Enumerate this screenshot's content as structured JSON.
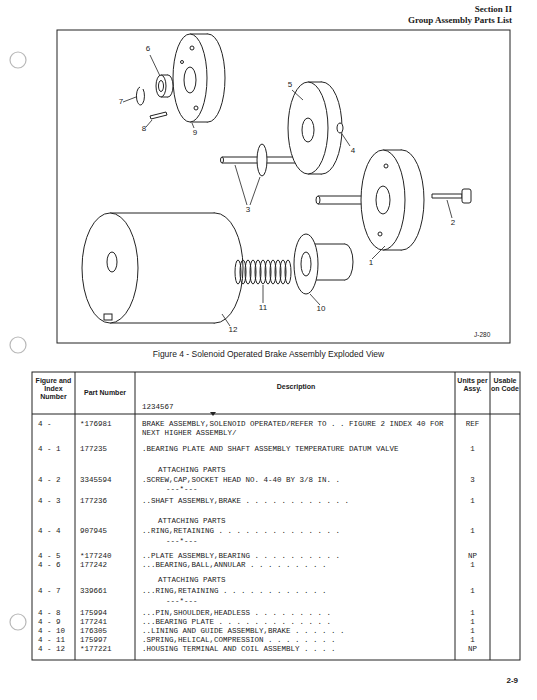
{
  "diagram": {
    "caption": "Figure 4 - Solenoid Operated Brake Assembly Exploded View",
    "labels": [
      "Section II",
      "Group Assembly Parts List",
      "6",
      "7",
      "8",
      "9",
      "5",
      "4",
      "3",
      "1",
      "2",
      "10",
      "11",
      "12",
      "J-280",
      "Figure and Index Number",
      "Part Number",
      "Description",
      "1234567",
      "Units per Assy.",
      "Usable on Code",
      "4 -",
      "*176981",
      "BRAKE ASSEMBLY,SOLENOID OPERATED/REFER TO . . FIGURE 2 INDEX 40 FOR NEXT HIGHER ASSEMBLY/",
      "REF",
      "4 - 1",
      "177235",
      ".BEARING PLATE AND SHAFT ASSEMBLY TEMPERATURE DATUM VALVE",
      "1",
      "ATTACHING PARTS",
      "4 - 2",
      "3345594",
      ".SCREW,CAP,SOCKET HEAD NO. 4-40 BY 3/8 IN. .",
      "3",
      "---*---",
      "4 - 3",
      "177236",
      "..SHAFT ASSEMBLY,BRAKE . . . . . . . . . . . .",
      "1",
      "ATTACHING PARTS",
      "4 - 4",
      "907945",
      "..RING,RETAINING . . . . . . . . . . . . . .",
      "1",
      "---*---",
      "4 - 5",
      "*177240",
      "..PLATE ASSEMBLY,BEARING . . . . . . . . . .",
      "NP",
      "4 - 6",
      "177242",
      "...BEARING,BALL,ANNULAR . . . . . . . . .",
      "1",
      "ATTACHING PARTS",
      "4 - 7",
      "339661",
      "...RING,RETAINING . . . . . . . . . . . .",
      "1",
      "---*---",
      "4 - 8",
      "175994",
      "...PIN,SHOULDER,HEADLESS . . . . . . . . .",
      "1",
      "4 - 9",
      "177241",
      "...BEARING PLATE . . . . . . . . . . . . .",
      "1",
      "4 - 10",
      "176305",
      "..LINING AND GUIDE ASSEMBLY,BRAKE . . . . . .",
      "1",
      "4 - 11",
      "175997",
      ".SPRING,HELICAL,COMPRESSION . . . . . . . .",
      "1",
      "4 - 12",
      "*177221",
      ".HOUSING TERMINAL AND COIL ASSEMBLY . . . .",
      "NP",
      "2-9"
    ]
  }
}
